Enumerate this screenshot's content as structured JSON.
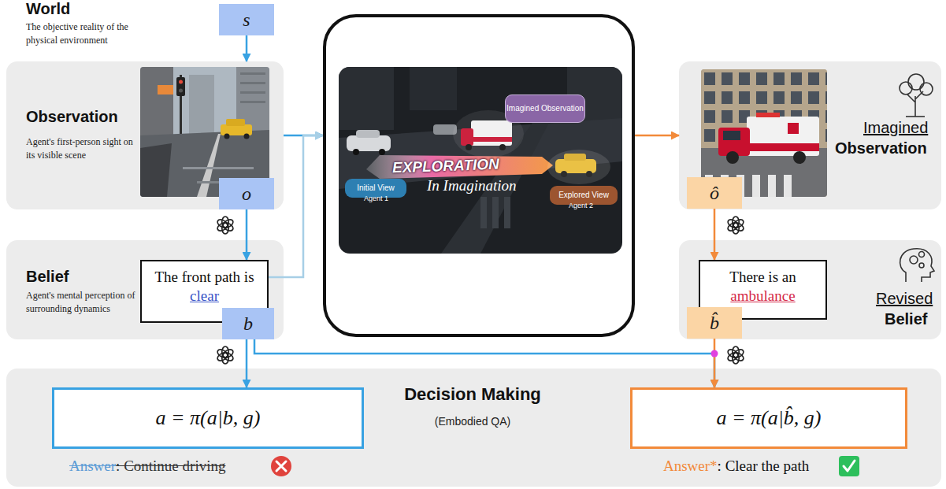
{
  "diagram": {
    "nodes": [
      {
        "text": [
          "s"
        ]
      },
      {
        "text": [
          "Observation",
          "Agent's first-person sight on its visible scene"
        ]
      },
      {
        "text": [
          "o"
        ],
        "in": 1
      },
      {
        "text": [
          "Belief",
          "Agent's mental perception of surrounding dynamics"
        ]
      },
      {
        "text": [
          "The front path is",
          "clear"
        ],
        "in": 3
      },
      {
        "text": [
          "b"
        ],
        "in": 3
      },
      {
        "text": [
          "EXPLORATION",
          "In Imagination"
        ]
      },
      {
        "text": [
          "Imagined Observation"
        ],
        "in": 6
      },
      {
        "text": [
          "Initial View"
        ],
        "in": 6
      },
      {
        "text": [
          "Explored View"
        ],
        "in": 6
      },
      {
        "text": [
          "Imagined",
          "Observation"
        ]
      },
      {
        "text": [
          "ô"
        ],
        "in": 10
      },
      {
        "text": [
          "Revised",
          "Belief"
        ]
      },
      {
        "text": [
          "There is an",
          "ambulance"
        ],
        "in": 12
      },
      {
        "text": [
          "b̂"
        ],
        "in": 12
      },
      {
        "text": [
          "Decision Making",
          "(Embodied QA)"
        ]
      },
      {
        "text": [
          "a = π(a|b, g)"
        ],
        "in": 15
      },
      {
        "text": [
          "a = π(a|b̂, g)"
        ],
        "in": 15
      }
    ],
    "edges": [
      {
        "from": 0,
        "to": 1,
        "arrow": "to"
      },
      {
        "from": 2,
        "to": 4,
        "arrow": "to"
      },
      {
        "from": 5,
        "to": 16,
        "arrow": "to"
      },
      {
        "from": 1,
        "to": 6,
        "arrow": "to"
      },
      {
        "from": 4,
        "to": 6,
        "arrow": "to"
      },
      {
        "from": 6,
        "to": 10,
        "arrow": "to"
      },
      {
        "from": 11,
        "to": 13,
        "arrow": "to"
      },
      {
        "from": 5,
        "to": 17,
        "arrow": "to"
      },
      {
        "from": 14,
        "to": 17,
        "arrow": "to"
      }
    ],
    "labels": [
      "World",
      "The objective reality of the physical environment",
      "Agent 1",
      "Agent 2",
      "Answer",
      ": Continue driving",
      "Answer*",
      ": Clear the path"
    ]
  }
}
